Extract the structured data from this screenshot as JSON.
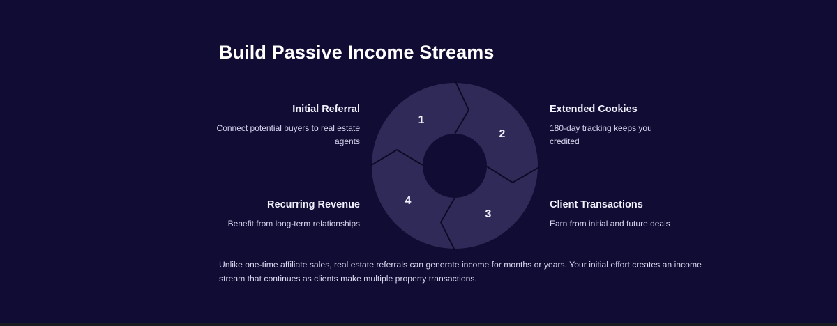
{
  "title": "Build Passive Income Streams",
  "steps": [
    {
      "number": "1",
      "heading": "Initial Referral",
      "description": "Connect potential buyers to real estate agents"
    },
    {
      "number": "2",
      "heading": "Extended Cookies",
      "description": "180-day tracking keeps you credited"
    },
    {
      "number": "3",
      "heading": "Client Transactions",
      "description": "Earn from initial and future deals"
    },
    {
      "number": "4",
      "heading": "Recurring Revenue",
      "description": "Benefit from long-term relationships"
    }
  ],
  "footer": "Unlike one-time affiliate sales, real estate referrals can generate income for months or years. Your initial effort creates an income stream that continues as clients make multiple property transactions.",
  "colors": {
    "background": "#100c33",
    "segment": "#2f2a58",
    "segment_border": "#0c0a26"
  }
}
